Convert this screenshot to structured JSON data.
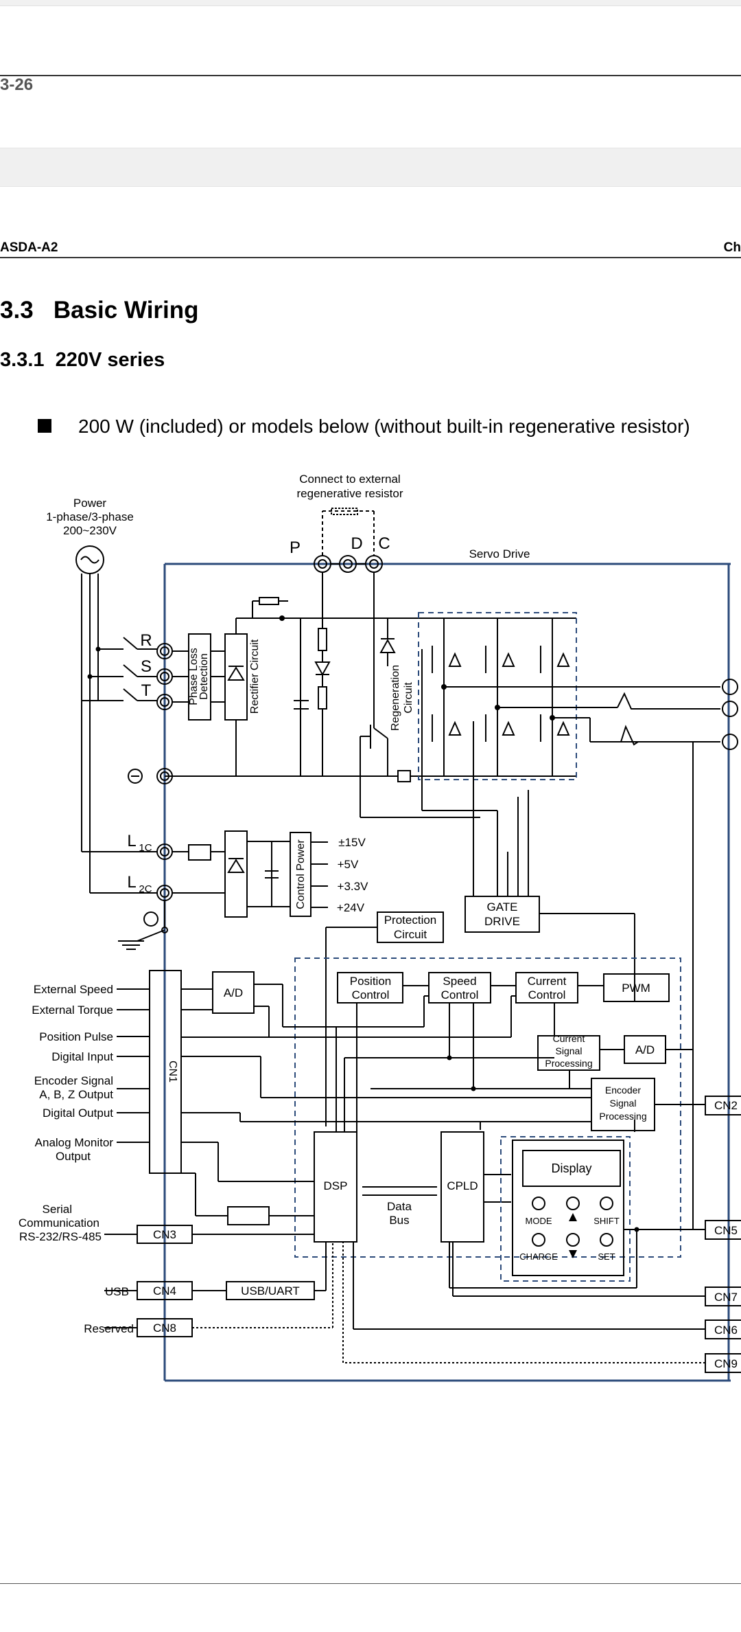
{
  "page": {
    "page_number": "3-26",
    "header_left": "ASDA-A2",
    "header_right": "Ch"
  },
  "section": {
    "number": "3.3",
    "title": "Basic Wiring"
  },
  "subsection": {
    "number": "3.3.1",
    "title": "220V series"
  },
  "bullet_text": "200 W (included) or models below (without built-in regenerative resistor)",
  "diagram": {
    "power_label": [
      "Power",
      "1-phase/3-phase",
      "200~230V"
    ],
    "external_resistor_label": [
      "Connect to external",
      "regenerative resistor"
    ],
    "servo_drive_label": "Servo Drive",
    "terminal_p": "P",
    "terminal_d": "D",
    "terminal_c": "C",
    "terminal_r": "R",
    "terminal_s": "S",
    "terminal_t": "T",
    "terminal_l1c": "L",
    "terminal_l1c_sub": "1C",
    "terminal_l2c": "L",
    "terminal_l2c_sub": "2C",
    "phase_loss_label": [
      "Phase Loss",
      "Detection"
    ],
    "rectifier_label": "Rectifier Circuit",
    "regeneration_label": [
      "Regeneration",
      "Circuit"
    ],
    "control_power_label": "Control Power",
    "voltages": [
      "±15V",
      "+5V",
      "+3.3V",
      "+24V"
    ],
    "gate_drive_label": [
      "GATE",
      "DRIVE"
    ],
    "protection_label": [
      "Protection",
      "Circuit"
    ],
    "position_control": [
      "Position",
      "Control"
    ],
    "speed_control": [
      "Speed",
      "Control"
    ],
    "current_control": [
      "Current",
      "Control"
    ],
    "pwm": "PWM",
    "ad": "A/D",
    "current_signal": [
      "Current",
      "Signal",
      "Processing"
    ],
    "encoder_signal": [
      "Encoder",
      "Signal",
      "Processing"
    ],
    "cn1": "CN1",
    "cn2": "CN2",
    "cn3": "CN3",
    "cn4": "CN4",
    "cn5": "CN5",
    "cn6": "CN6",
    "cn7": "CN7",
    "cn8": "CN8",
    "cn9": "CN9",
    "dsp": "DSP",
    "cpld": "CPLD",
    "data_bus": [
      "Data",
      "Bus"
    ],
    "display": "Display",
    "mode": "MODE",
    "shift": "SHIFT",
    "charge": "CHARGE",
    "set": "SET",
    "usb_uart": "USB/UART",
    "left_labels": {
      "external_speed": "External Speed",
      "external_torque": "External Torque",
      "position_pulse": "Position Pulse",
      "digital_input": "Digital Input",
      "encoder_signal_output": [
        "Encoder Signal",
        "A, B, Z Output"
      ],
      "digital_output": "Digital Output",
      "analog_monitor": [
        "Analog Monitor",
        "Output"
      ],
      "serial": [
        "Serial",
        "Communication",
        "RS-232/RS-485"
      ],
      "usb": "USB",
      "reserved": "Reserved"
    }
  }
}
